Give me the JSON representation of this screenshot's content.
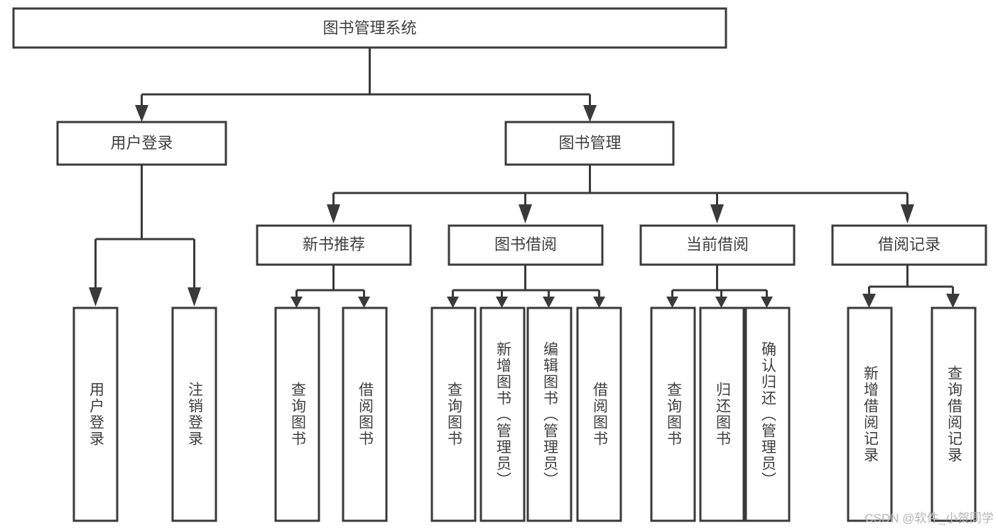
{
  "diagram": {
    "title": "图书管理系统",
    "style": {
      "box_fill": "#ffffff",
      "box_stroke": "#3a3a3a",
      "text_color": "#3f3f3f",
      "background": "#ffffff",
      "watermark_color": "#b4b4b4"
    },
    "root": {
      "label": "图书管理系统"
    },
    "level1": [
      {
        "label": "用户登录"
      },
      {
        "label": "图书管理"
      }
    ],
    "level2": [
      {
        "label": "新书推荐"
      },
      {
        "label": "图书借阅"
      },
      {
        "label": "当前借阅"
      },
      {
        "label": "借阅记录"
      }
    ],
    "leaves": {
      "user_login": [
        {
          "label": "用户登录"
        },
        {
          "label": "注销登录"
        }
      ],
      "new_book_recommend": [
        {
          "label": "查询图书"
        },
        {
          "label": "借阅图书"
        }
      ],
      "book_borrow": [
        {
          "label": "查询图书"
        },
        {
          "label": "新增图书（管理员）"
        },
        {
          "label": "编辑图书（管理员）"
        },
        {
          "label": "借阅图书"
        }
      ],
      "current_borrow": [
        {
          "label": "查询图书"
        },
        {
          "label": "归还图书"
        },
        {
          "label": "确认归还（管理员）"
        }
      ],
      "borrow_record": [
        {
          "label": "新增借阅记录"
        },
        {
          "label": "查询借阅记录"
        }
      ]
    }
  },
  "watermark": {
    "text": "CSDN @软件_小贺同学"
  }
}
